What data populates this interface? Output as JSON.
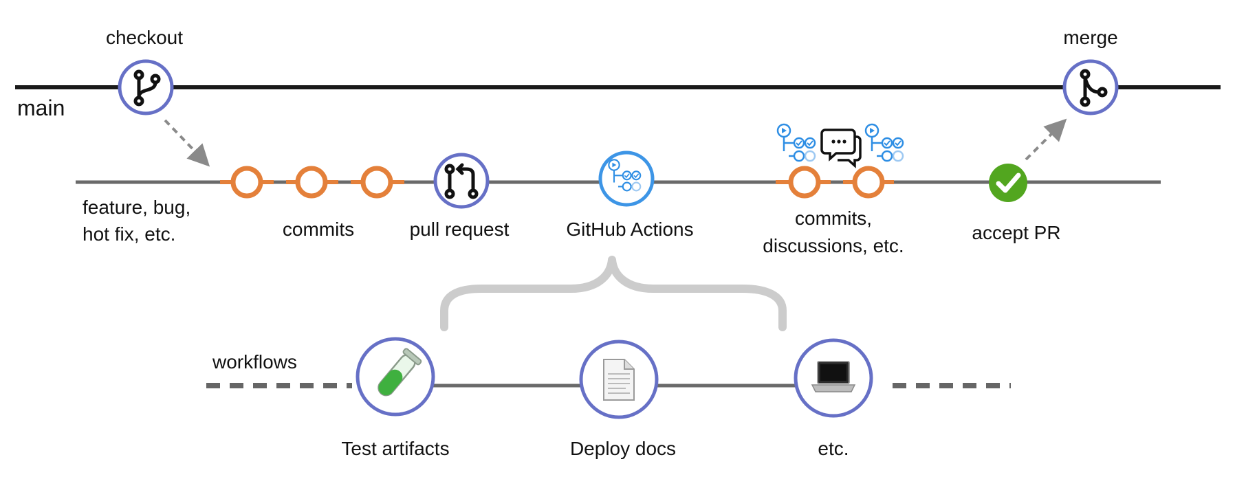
{
  "branches": {
    "main_label": "main",
    "feature_label_line1": "feature, bug,",
    "feature_label_line2": "hot fix, etc.",
    "workflows_label": "workflows"
  },
  "nodes": {
    "checkout": "checkout",
    "merge": "merge",
    "commits": "commits",
    "pull_request": "pull request",
    "github_actions": "GitHub Actions",
    "commits_discussions_line1": "commits,",
    "commits_discussions_line2": "discussions, etc.",
    "accept_pr": "accept PR"
  },
  "workflows": {
    "test_artifacts": "Test artifacts",
    "deploy_docs": "Deploy docs",
    "etc": "etc."
  },
  "icons": {
    "checkout": "git-branch-icon",
    "merge": "git-merge-icon",
    "pull_request": "git-pull-request-icon",
    "github_actions": "workflow-icon",
    "discussions": "speech-bubbles-icon",
    "accept_pr": "check-icon",
    "test_artifacts": "test-tube-icon",
    "deploy_docs": "document-icon",
    "etc": "laptop-icon"
  },
  "colors": {
    "node_ring": "#6670c6",
    "actions_ring": "#3d95e6",
    "commit": "#e4803a",
    "branch_line": "#1a1a1a",
    "feature_line": "#6a6a6a",
    "arrow": "#8a8a8a",
    "brace": "#cccccc",
    "check": "#52a61f",
    "action_icon": "#2e8ee4"
  }
}
